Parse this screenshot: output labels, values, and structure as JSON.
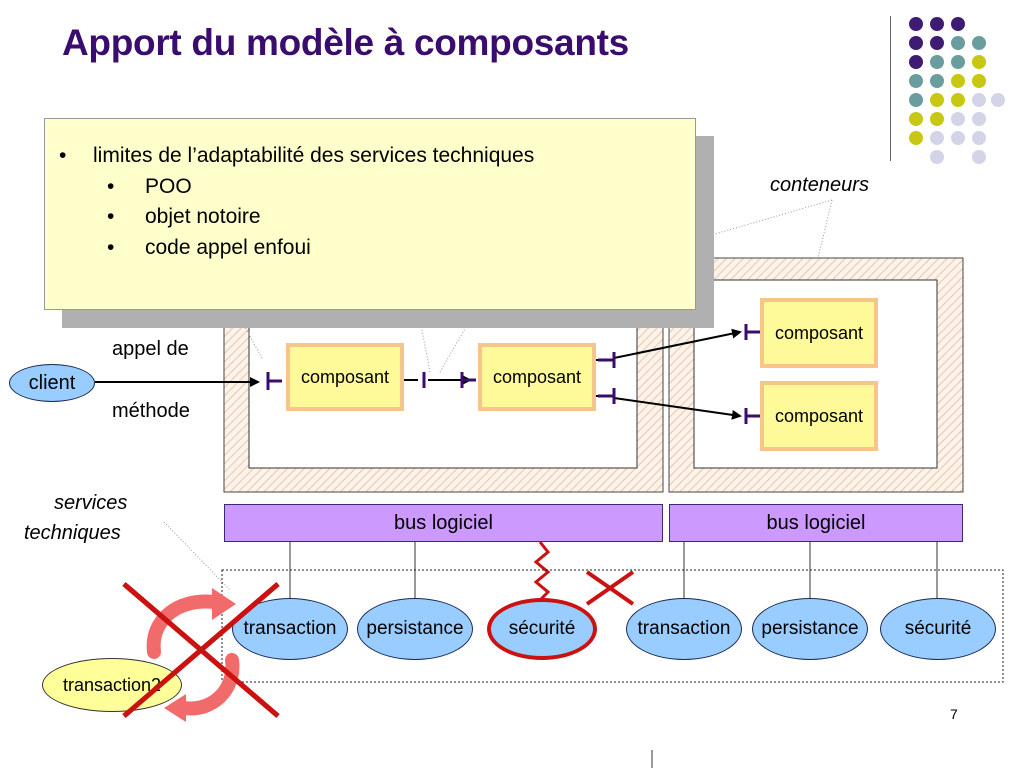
{
  "slide": {
    "title": "Apport du modèle à composants",
    "page_number": "7"
  },
  "note": {
    "bullet_main": "limites de l’adaptabilité des services techniques",
    "sub_bullets": [
      "POO",
      "objet notoire",
      "code appel enfoui"
    ],
    "bullet_glyph": "•"
  },
  "labels": {
    "conteneurs": "conteneurs",
    "appel_de": "appel de",
    "methode": "méthode",
    "services": "services",
    "techniques": "techniques"
  },
  "client": "client",
  "components": {
    "c1": "composant",
    "c2": "composant",
    "c3": "composant",
    "c4": "composant"
  },
  "buses": [
    "bus logiciel",
    "bus logiciel"
  ],
  "services": [
    "transaction",
    "persistance",
    "sécurité",
    "transaction",
    "persistance",
    "sécurité"
  ],
  "transaction2": "transaction2",
  "colors": {
    "title": "#3a0c6e",
    "component_fill": "#fffa99",
    "component_border": "#f7c48a",
    "bus_fill": "#cc99ff",
    "service_fill": "#99ccff",
    "note_fill": "#ffffcc",
    "cross_red": "#cc1111",
    "connector": "#3a0c6e",
    "deco_purple": "#3f1c73",
    "deco_teal": "#6a9e9e",
    "deco_yellow": "#c8c814",
    "deco_lavender": "#d4d4e8"
  }
}
